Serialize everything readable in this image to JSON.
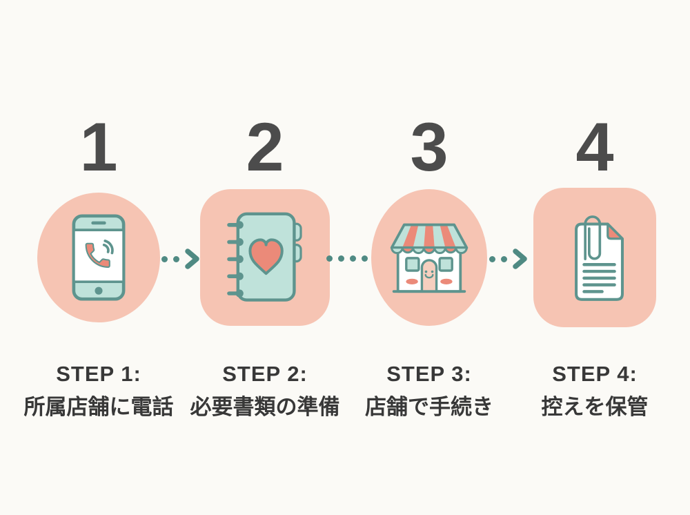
{
  "background": "#FBFAF6",
  "colors": {
    "shape_pink": "#F6C4B3",
    "outline_teal": "#5E948E",
    "fill_mint": "#BFE2DA",
    "accent_coral": "#EB8A79",
    "door_pink": "#F6CFBF",
    "number_gray": "#4C4C4C",
    "text_dark": "#383838",
    "arrow_teal": "#4F8A83"
  },
  "steps": [
    {
      "number": "1",
      "shape": "circle",
      "icon": "phone-call-icon",
      "step_label": "STEP 1:",
      "description": "所属店舗に電話"
    },
    {
      "number": "2",
      "shape": "rounded-square",
      "icon": "notebook-heart-icon",
      "step_label": "STEP 2:",
      "description": "必要書類の準備"
    },
    {
      "number": "3",
      "shape": "circle",
      "icon": "storefront-icon",
      "step_label": "STEP 3:",
      "description": "店舗で手続き"
    },
    {
      "number": "4",
      "shape": "rounded-square",
      "icon": "document-paperclip-icon",
      "step_label": "STEP 4:",
      "description": "控えを保管"
    }
  ],
  "connectors": [
    {
      "type": "dots-arrow"
    },
    {
      "type": "dots"
    },
    {
      "type": "dots-arrow"
    }
  ]
}
